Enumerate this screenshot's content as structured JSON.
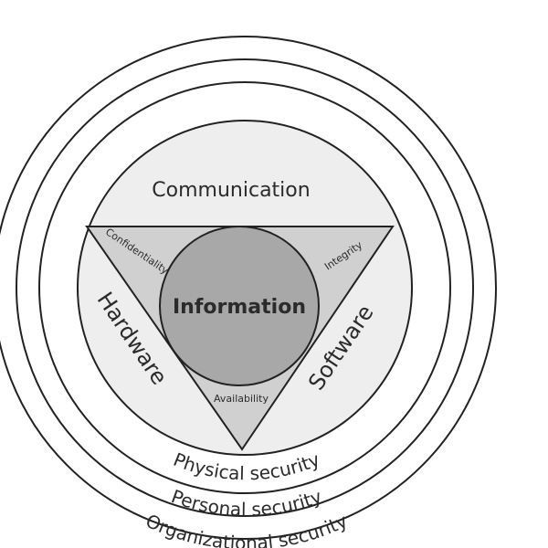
{
  "diagram": {
    "rings": {
      "organizational": "Organizational security",
      "personal": "Personal security",
      "physical": "Physical security"
    },
    "segments": {
      "communication": "Communication",
      "hardware": "Hardware",
      "software": "Software"
    },
    "center": "Information",
    "properties": {
      "confidentiality": "Confidentiality",
      "integrity": "Integrity",
      "availability": "Availability"
    },
    "colors": {
      "outer_rings": "#ffffff",
      "inner_disk": "#eeeeee",
      "triangle": "#d0d0d0",
      "center_circle": "#a8a8a8",
      "stroke": "#222222",
      "text": "#2b2b2b"
    }
  }
}
